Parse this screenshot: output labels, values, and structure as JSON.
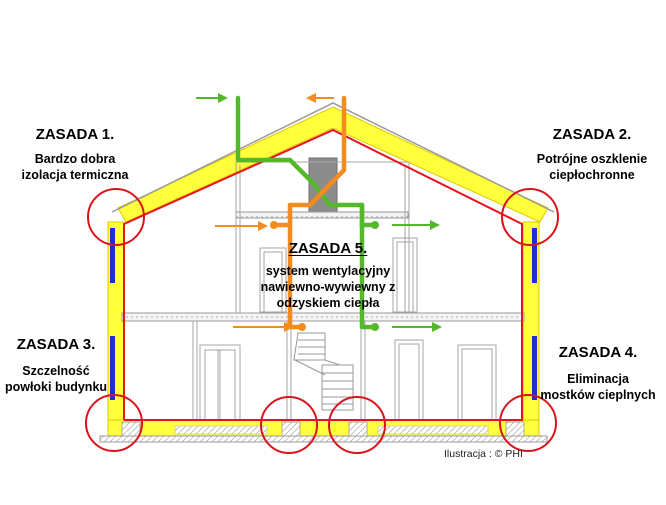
{
  "principles": [
    {
      "title": "ZASADA 1.",
      "text_lines": [
        "Bardzo dobra",
        "izolacja termiczna"
      ]
    },
    {
      "title": "ZASADA 2.",
      "text_lines": [
        "Potrójne oszklenie",
        "ciepłochronne"
      ]
    },
    {
      "title": "ZASADA 3.",
      "text_lines": [
        "Szczelność",
        "powłoki budynku"
      ]
    },
    {
      "title": "ZASADA 4.",
      "text_lines": [
        "Eliminacja",
        "mostków cieplnych"
      ]
    },
    {
      "title": "ZASADA 5.",
      "text_lines": [
        "system wentylacyjny",
        "nawiewno-wywiewny z",
        "odzyskiem ciepła"
      ]
    }
  ],
  "credit": "Ilustracja : © PHI",
  "colors": {
    "insulation": "#ffff3c",
    "insulation_edge": "#e0c800",
    "airtight_layer": "#e8141c",
    "window": "#1f2fd8",
    "supply_duct": "#f28c1e",
    "exhaust_duct": "#55b82a",
    "bridge_circle": "#d9141c",
    "structure": "#9a9a9a"
  }
}
